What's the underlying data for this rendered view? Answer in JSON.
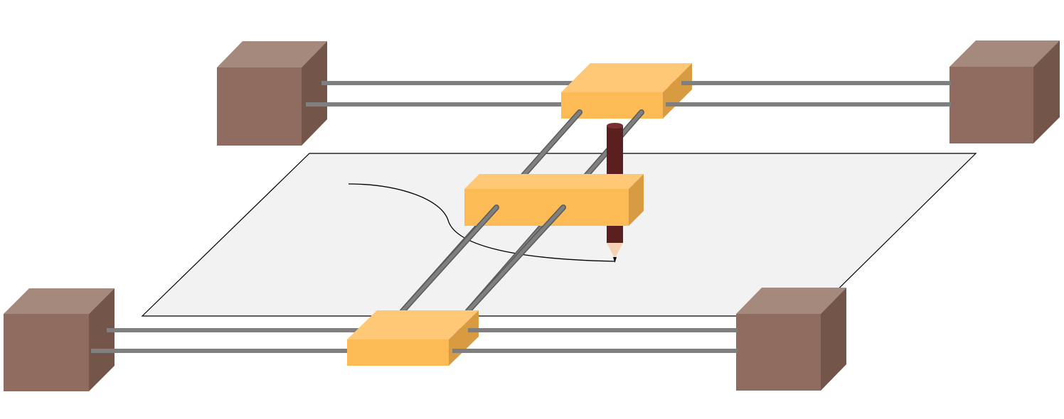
{
  "title": "",
  "colors": {
    "background": "#ffffff",
    "paper_fill": "#f2f2f2",
    "paper_stroke": "#000000",
    "block_front": "#8f6c5f",
    "block_top": "#a5897d",
    "block_side": "#735649",
    "carriage_front": "#fdbb55",
    "carriage_top": "#fec876",
    "carriage_side": "#d99b41",
    "rail": "#7f7f7f",
    "pencil_body": "#5c1f1f",
    "pencil_tip": "#f6d2b4",
    "pencil_lead": "#000000",
    "drawn_line": "#000000"
  },
  "components": {
    "corner_blocks": [
      "back-left",
      "back-right",
      "front-left",
      "front-right"
    ],
    "carriages": [
      "back-carriage",
      "front-carriage",
      "pen-carriage"
    ],
    "rails": [
      "back-rail-upper",
      "back-rail-lower",
      "front-rail-upper",
      "front-rail-lower",
      "cross-rail-left",
      "cross-rail-right"
    ],
    "tool": "pencil",
    "work_surface": "paper-sheet",
    "drawn_path": "curve"
  }
}
